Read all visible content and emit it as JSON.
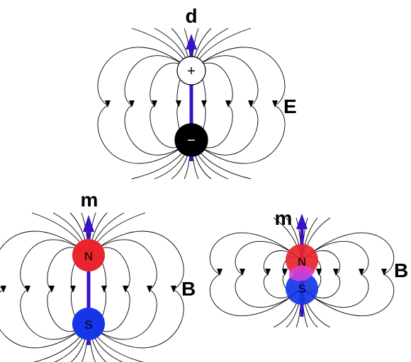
{
  "electric_dipole": {
    "vector_label": "d",
    "field_label": "E",
    "positive_symbol": "+",
    "negative_symbol": "−",
    "positive_color": "#ffffff",
    "negative_color": "#000000"
  },
  "magnetic_dipole_separated": {
    "vector_label": "m",
    "field_label": "B",
    "north_label": "N",
    "south_label": "S",
    "north_color": "#e8242c",
    "south_color": "#1436e8"
  },
  "magnetic_dipole_overlapping": {
    "vector_label": "m",
    "field_label": "B",
    "north_label": "N",
    "south_label": "S",
    "north_color": "#e8242c",
    "south_color": "#1436e8",
    "overlap_color": "#d840d8"
  },
  "vector_color": "#3a10c8"
}
